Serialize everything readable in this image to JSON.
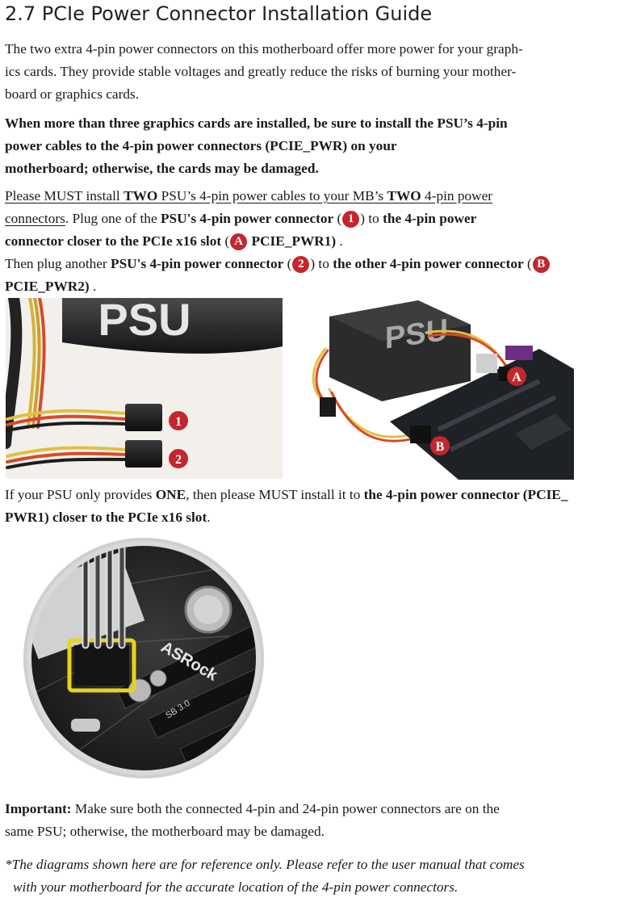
{
  "section": {
    "title": "2.7 PCIe Power Connector Installation Guide"
  },
  "intro": {
    "line1": "The two extra 4-pin power connectors on this motherboard offer more power for your graph-",
    "line2": "ics cards. They provide stable voltages and greatly reduce the risks of burning your mother-",
    "line3": "board or graphics cards."
  },
  "warning": {
    "line1": "When more than three graphics cards are installed, be sure to install the PSU’s 4-pin",
    "line2": "power cables to the 4-pin power connectors (PCIE_PWR) on your",
    "line3": "motherboard; otherwise, the cards may be damaged."
  },
  "install": {
    "l1_u1": "Please MUST install ",
    "l1_b1": "TWO",
    "l1_u2": " PSU’s 4-pin power cables to your MB’s ",
    "l1_b2": "TWO",
    "l1_u3": " 4-pin power",
    "l2_u1": "connectors",
    "l2_t1": ". Plug one of the ",
    "l2_b1": "PSU's 4-pin power connector",
    "l2_t2": " (",
    "l2_t3": ") to ",
    "l2_b2": "the 4-pin power",
    "l3_b1": "connector closer to the PCIe x16 slot",
    "l3_t1": " (",
    "l3_b2": " PCIE_PWR1)",
    "l3_t2": " .",
    "l4_t1": "Then plug another ",
    "l4_b1": "PSU's 4-pin power connector",
    "l4_t2": "  (",
    "l4_t3": ") to ",
    "l4_b2": "the other 4-pin power connector",
    "l4_t4": " (",
    "l5_b1": "PCIE_PWR2)",
    "l5_t1": " ."
  },
  "badges": {
    "one": "1",
    "two": "2",
    "a": "A",
    "b": "B"
  },
  "photo_left": {
    "psu_label": "PSU",
    "marker1": "1",
    "marker2": "2"
  },
  "photo_right": {
    "psu_label": "PSU",
    "markerA": "A",
    "markerB": "B"
  },
  "single_psu": {
    "l1_t1": "If your PSU only provides ",
    "l1_b1": "ONE",
    "l1_t2": ", then please MUST install it to ",
    "l1_b2": "the 4-pin power connector (PCIE_",
    "l2_b1": "PWR1) closer to the PCIe x16 slot",
    "l2_t1": "."
  },
  "closeup": {
    "brand_text": "ASRock",
    "usb_text": "SB 3.0"
  },
  "important": {
    "label": "Important:",
    "l1": " Make sure both the connected 4-pin and 24-pin power connectors are on the",
    "l2": "same PSU; otherwise, the motherboard may be damaged."
  },
  "footnote": {
    "l1": "*The diagrams shown here are for reference only. Please refer to the user manual that comes",
    "l2": "with your motherboard for the accurate location of the 4-pin power connectors."
  },
  "colors": {
    "accent_badge": "#c4262e",
    "highlight": "#e8d31a"
  }
}
